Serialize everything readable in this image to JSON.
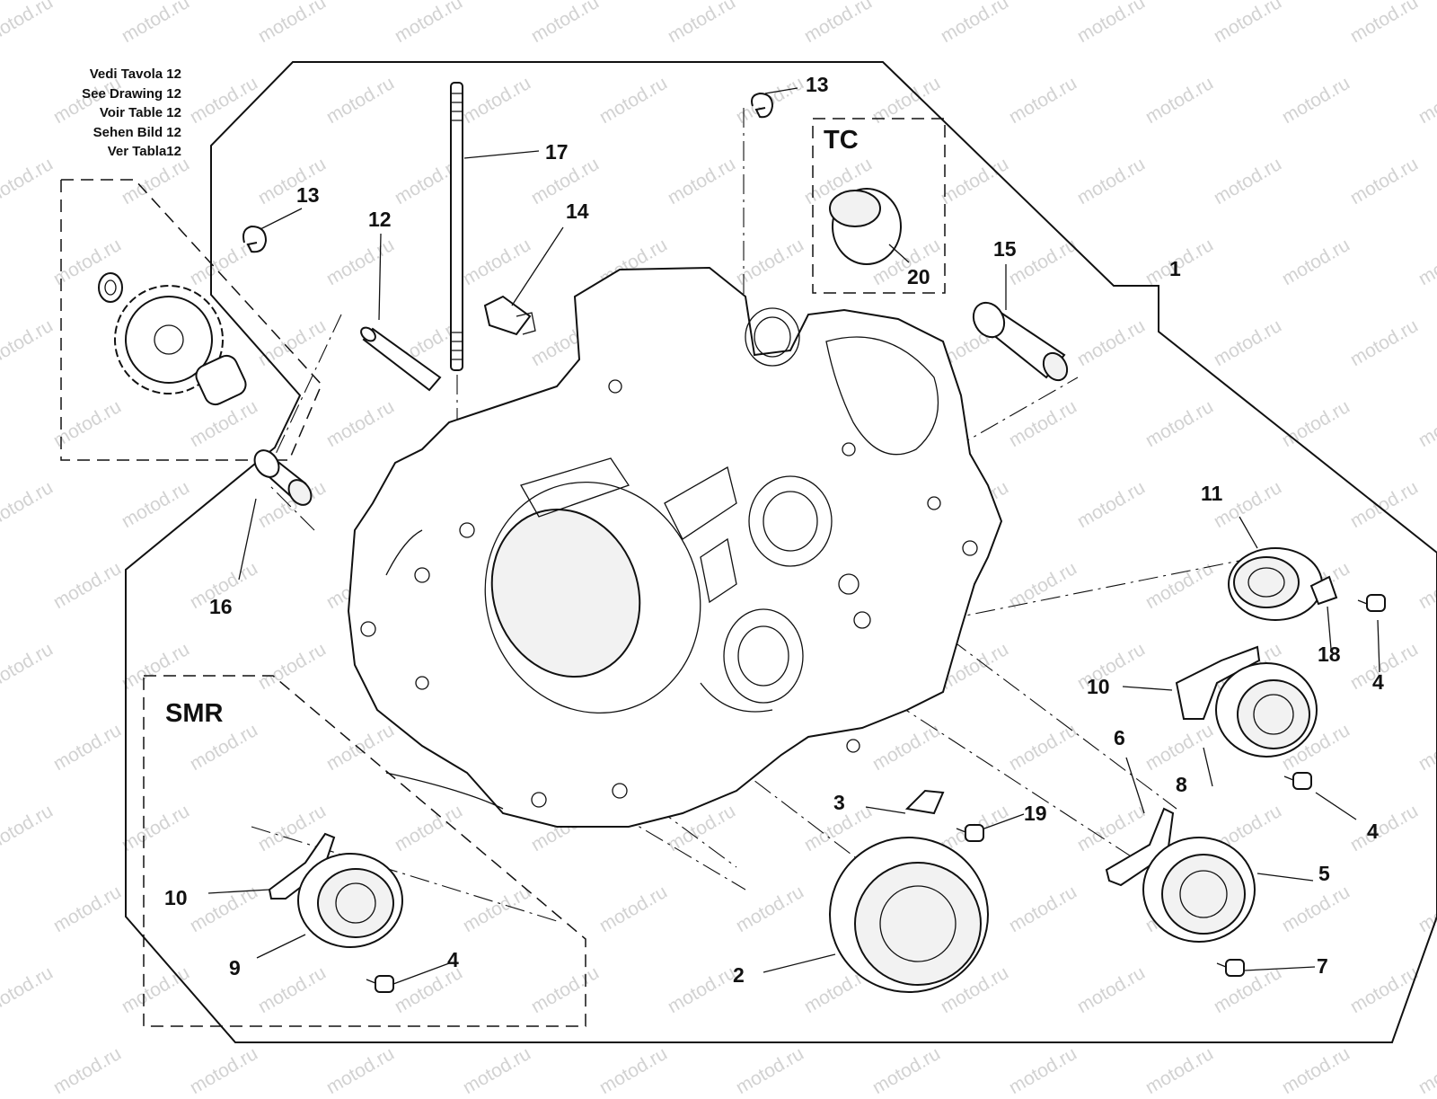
{
  "diagram": {
    "watermark": "motod.ru",
    "reference_lines": [
      "Vedi Tavola 12",
      "See Drawing 12",
      "Voir Table 12",
      "Sehen Bild 12",
      "Ver Tabla12"
    ],
    "variants": {
      "tc": "TC",
      "smr": "SMR"
    },
    "callouts": {
      "c1": "1",
      "c2": "2",
      "c3": "3",
      "c4a": "4",
      "c4b": "4",
      "c4c": "4",
      "c5": "5",
      "c6": "6",
      "c7": "7",
      "c8": "8",
      "c9": "9",
      "c10a": "10",
      "c10b": "10",
      "c11": "11",
      "c12": "12",
      "c13a": "13",
      "c13b": "13",
      "c14": "14",
      "c15": "15",
      "c16": "16",
      "c17": "17",
      "c18": "18",
      "c19": "19",
      "c20": "20"
    }
  }
}
